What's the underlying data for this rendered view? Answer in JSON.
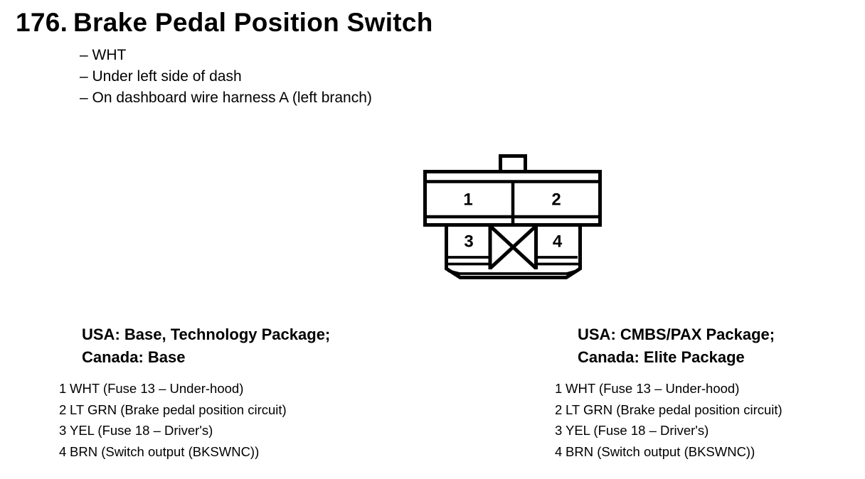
{
  "page": {
    "number": "176.",
    "title": "Brake Pedal Position Switch",
    "notes": [
      "– WHT",
      "– Under left side of dash",
      "– On dashboard wire harness A (left branch)"
    ]
  },
  "connector": {
    "cavity_1": "1",
    "cavity_2": "2",
    "cavity_3": "3",
    "cavity_4": "4"
  },
  "variants": [
    {
      "heading_line1": "USA: Base, Technology Package;",
      "heading_line2": "Canada: Base",
      "pins": [
        {
          "num": "1",
          "desc": "WHT (Fuse 13 – Under-hood)"
        },
        {
          "num": "2",
          "desc": "LT GRN (Brake pedal position circuit)"
        },
        {
          "num": "3",
          "desc": "YEL (Fuse 18 – Driver's)"
        },
        {
          "num": "4",
          "desc": "BRN (Switch output (BKSWNC))"
        }
      ]
    },
    {
      "heading_line1": "USA: CMBS/PAX Package;",
      "heading_line2": "Canada: Elite Package",
      "pins": [
        {
          "num": "1",
          "desc": "WHT (Fuse 13 – Under-hood)"
        },
        {
          "num": "2",
          "desc": "LT GRN (Brake pedal position circuit)"
        },
        {
          "num": "3",
          "desc": "YEL (Fuse 18 – Driver's)"
        },
        {
          "num": "4",
          "desc": "BRN (Switch output (BKSWNC))"
        }
      ]
    }
  ],
  "colors": {
    "ink": "#000000",
    "paper": "#ffffff"
  }
}
